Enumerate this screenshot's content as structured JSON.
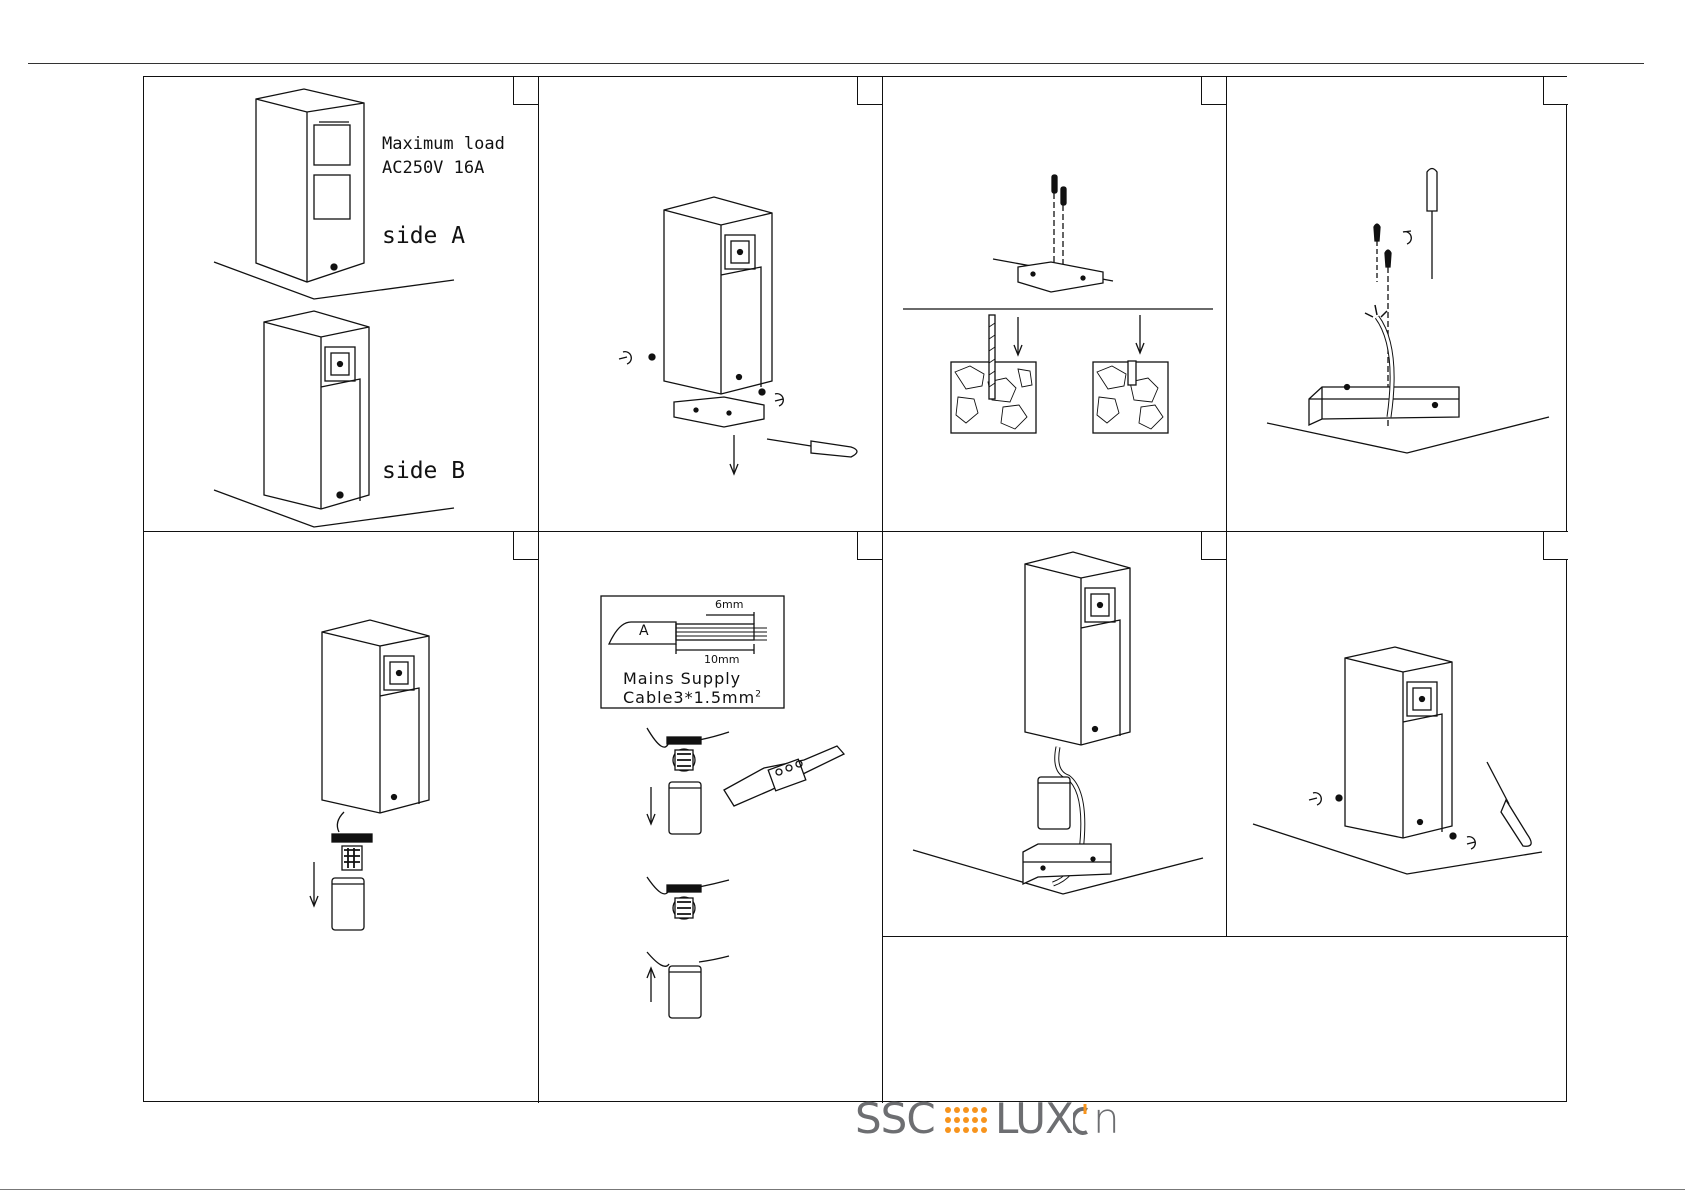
{
  "panels": {
    "p1": {
      "load_title": "Maximum load",
      "load_value": "AC250V 16A",
      "side_a": "side A",
      "side_b": "side B"
    },
    "p6": {
      "cable_label": "A",
      "strip_short": "6mm",
      "strip_long": "10mm",
      "cable_title": "Mains Supply",
      "cable_spec": "Cable3*1.5mm",
      "cable_spec_sup": "2"
    }
  },
  "brand": {
    "part1": "SSC",
    "part2": "LUX",
    "part3": "n",
    "accent_color": "#f7941d",
    "grey_color": "#6d6e71"
  }
}
